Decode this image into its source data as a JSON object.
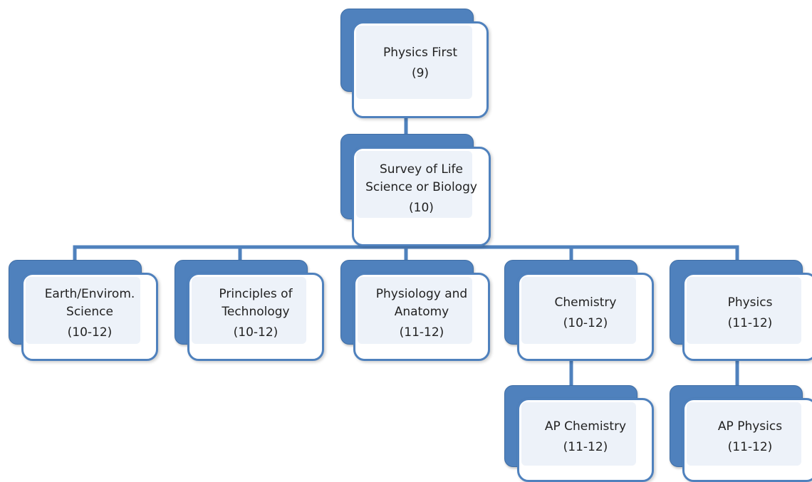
{
  "diagram": {
    "colors": {
      "primary": "#4f81bd",
      "fill": "#edf2f9",
      "text": "#222222"
    },
    "nodes": {
      "physics_first": {
        "lines": [
          "Physics First"
        ],
        "grade": "(9)"
      },
      "survey_life": {
        "lines": [
          "Survey of Life",
          "Science or Biology"
        ],
        "grade": "(10)"
      },
      "earth_env": {
        "lines": [
          "Earth/Envirom.",
          "Science"
        ],
        "grade": "(10-12)"
      },
      "principles_tech": {
        "lines": [
          "Principles of",
          "Technology"
        ],
        "grade": "(10-12)"
      },
      "physiology": {
        "lines": [
          "Physiology and",
          "Anatomy"
        ],
        "grade": "(11-12)"
      },
      "chemistry": {
        "lines": [
          "Chemistry"
        ],
        "grade": "(10-12)"
      },
      "physics": {
        "lines": [
          "Physics"
        ],
        "grade": "(11-12)"
      },
      "ap_chemistry": {
        "lines": [
          "AP Chemistry"
        ],
        "grade": "(11-12)"
      },
      "ap_physics": {
        "lines": [
          "AP Physics"
        ],
        "grade": "(11-12)"
      }
    },
    "edges": [
      [
        "physics_first",
        "survey_life"
      ],
      [
        "survey_life",
        "earth_env"
      ],
      [
        "survey_life",
        "principles_tech"
      ],
      [
        "survey_life",
        "physiology"
      ],
      [
        "survey_life",
        "chemistry"
      ],
      [
        "survey_life",
        "physics"
      ],
      [
        "chemistry",
        "ap_chemistry"
      ],
      [
        "physics",
        "ap_physics"
      ]
    ]
  }
}
